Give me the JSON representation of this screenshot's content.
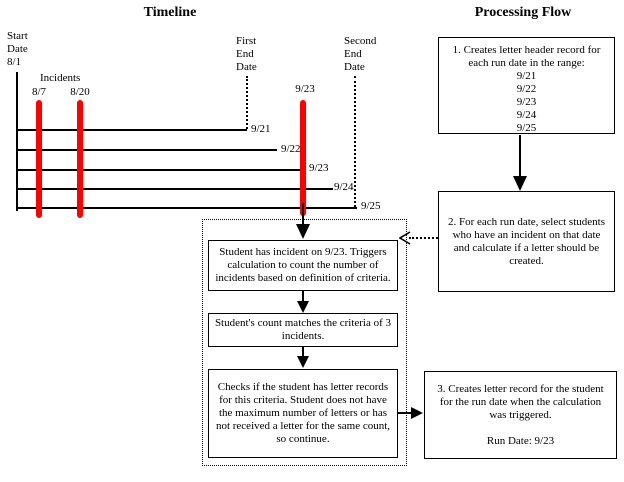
{
  "colors": {
    "incident_bar": "#ff0000",
    "line": "#000000",
    "background": "#ffffff"
  },
  "titles": {
    "timeline": "Timeline",
    "processing_flow": "Processing Flow"
  },
  "timeline": {
    "start_date": {
      "l1": "Start",
      "l2": "Date",
      "l3": "8/1"
    },
    "incidents_label": "Incidents",
    "incident_bars": {
      "first": "8/7",
      "second": "8/20"
    },
    "first_end": {
      "l1": "First",
      "l2": "End",
      "l3": "Date"
    },
    "second_end": {
      "l1": "Second",
      "l2": "End",
      "l3": "Date"
    },
    "trigger_label": "9/23",
    "run_lines": [
      "9/21",
      "9/22",
      "9/23",
      "9/24",
      "9/25"
    ]
  },
  "flow": {
    "step1": {
      "text": "1. Creates letter header record for each run date in the range:",
      "dates": [
        "9/21",
        "9/22",
        "9/23",
        "9/24",
        "9/25"
      ]
    },
    "step2": {
      "text": "2. For each run date, select students who have an incident on that date and calculate if a letter should be created."
    },
    "step3": {
      "text": "3. Creates letter record for the student for the run date when the calculation was triggered.",
      "run_date": "Run Date: 9/23"
    },
    "detail": {
      "box_a": "Student has incident on 9/23. Triggers calculation to count the number of incidents based on definition of criteria.",
      "box_b": "Student's count matches the criteria of 3 incidents.",
      "box_c": "Checks if the student has letter records for this criteria. Student does not have the maximum number of letters or has not received a letter for the same count, so continue."
    }
  }
}
